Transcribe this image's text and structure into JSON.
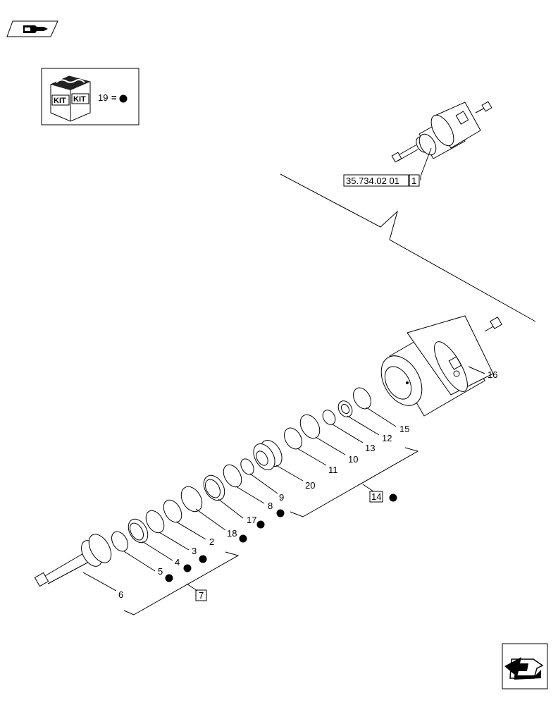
{
  "kit_legend": {
    "kit_label_left": "KIT",
    "kit_label_right": "KIT",
    "item": "19",
    "equals": "="
  },
  "reference": {
    "code": "35.734.02 01",
    "index": "1"
  },
  "groups": {
    "group_14": "14",
    "group_7": "7"
  },
  "callouts": {
    "c1": "16",
    "c2": "15",
    "c3": "12",
    "c4": "13",
    "c5": "10",
    "c6": "11",
    "c7": "20",
    "c8": "9",
    "c9": "8",
    "c10": "17",
    "c11": "18",
    "c12": "2",
    "c13": "3",
    "c14": "4",
    "c15": "5",
    "c16": "6"
  },
  "icons": {
    "top_nav": "book-arrow-icon",
    "bottom_nav": "next-page-arrow-icon",
    "kit_box": "kit-box-icon",
    "kit_dot": "kit-marker-dot"
  }
}
